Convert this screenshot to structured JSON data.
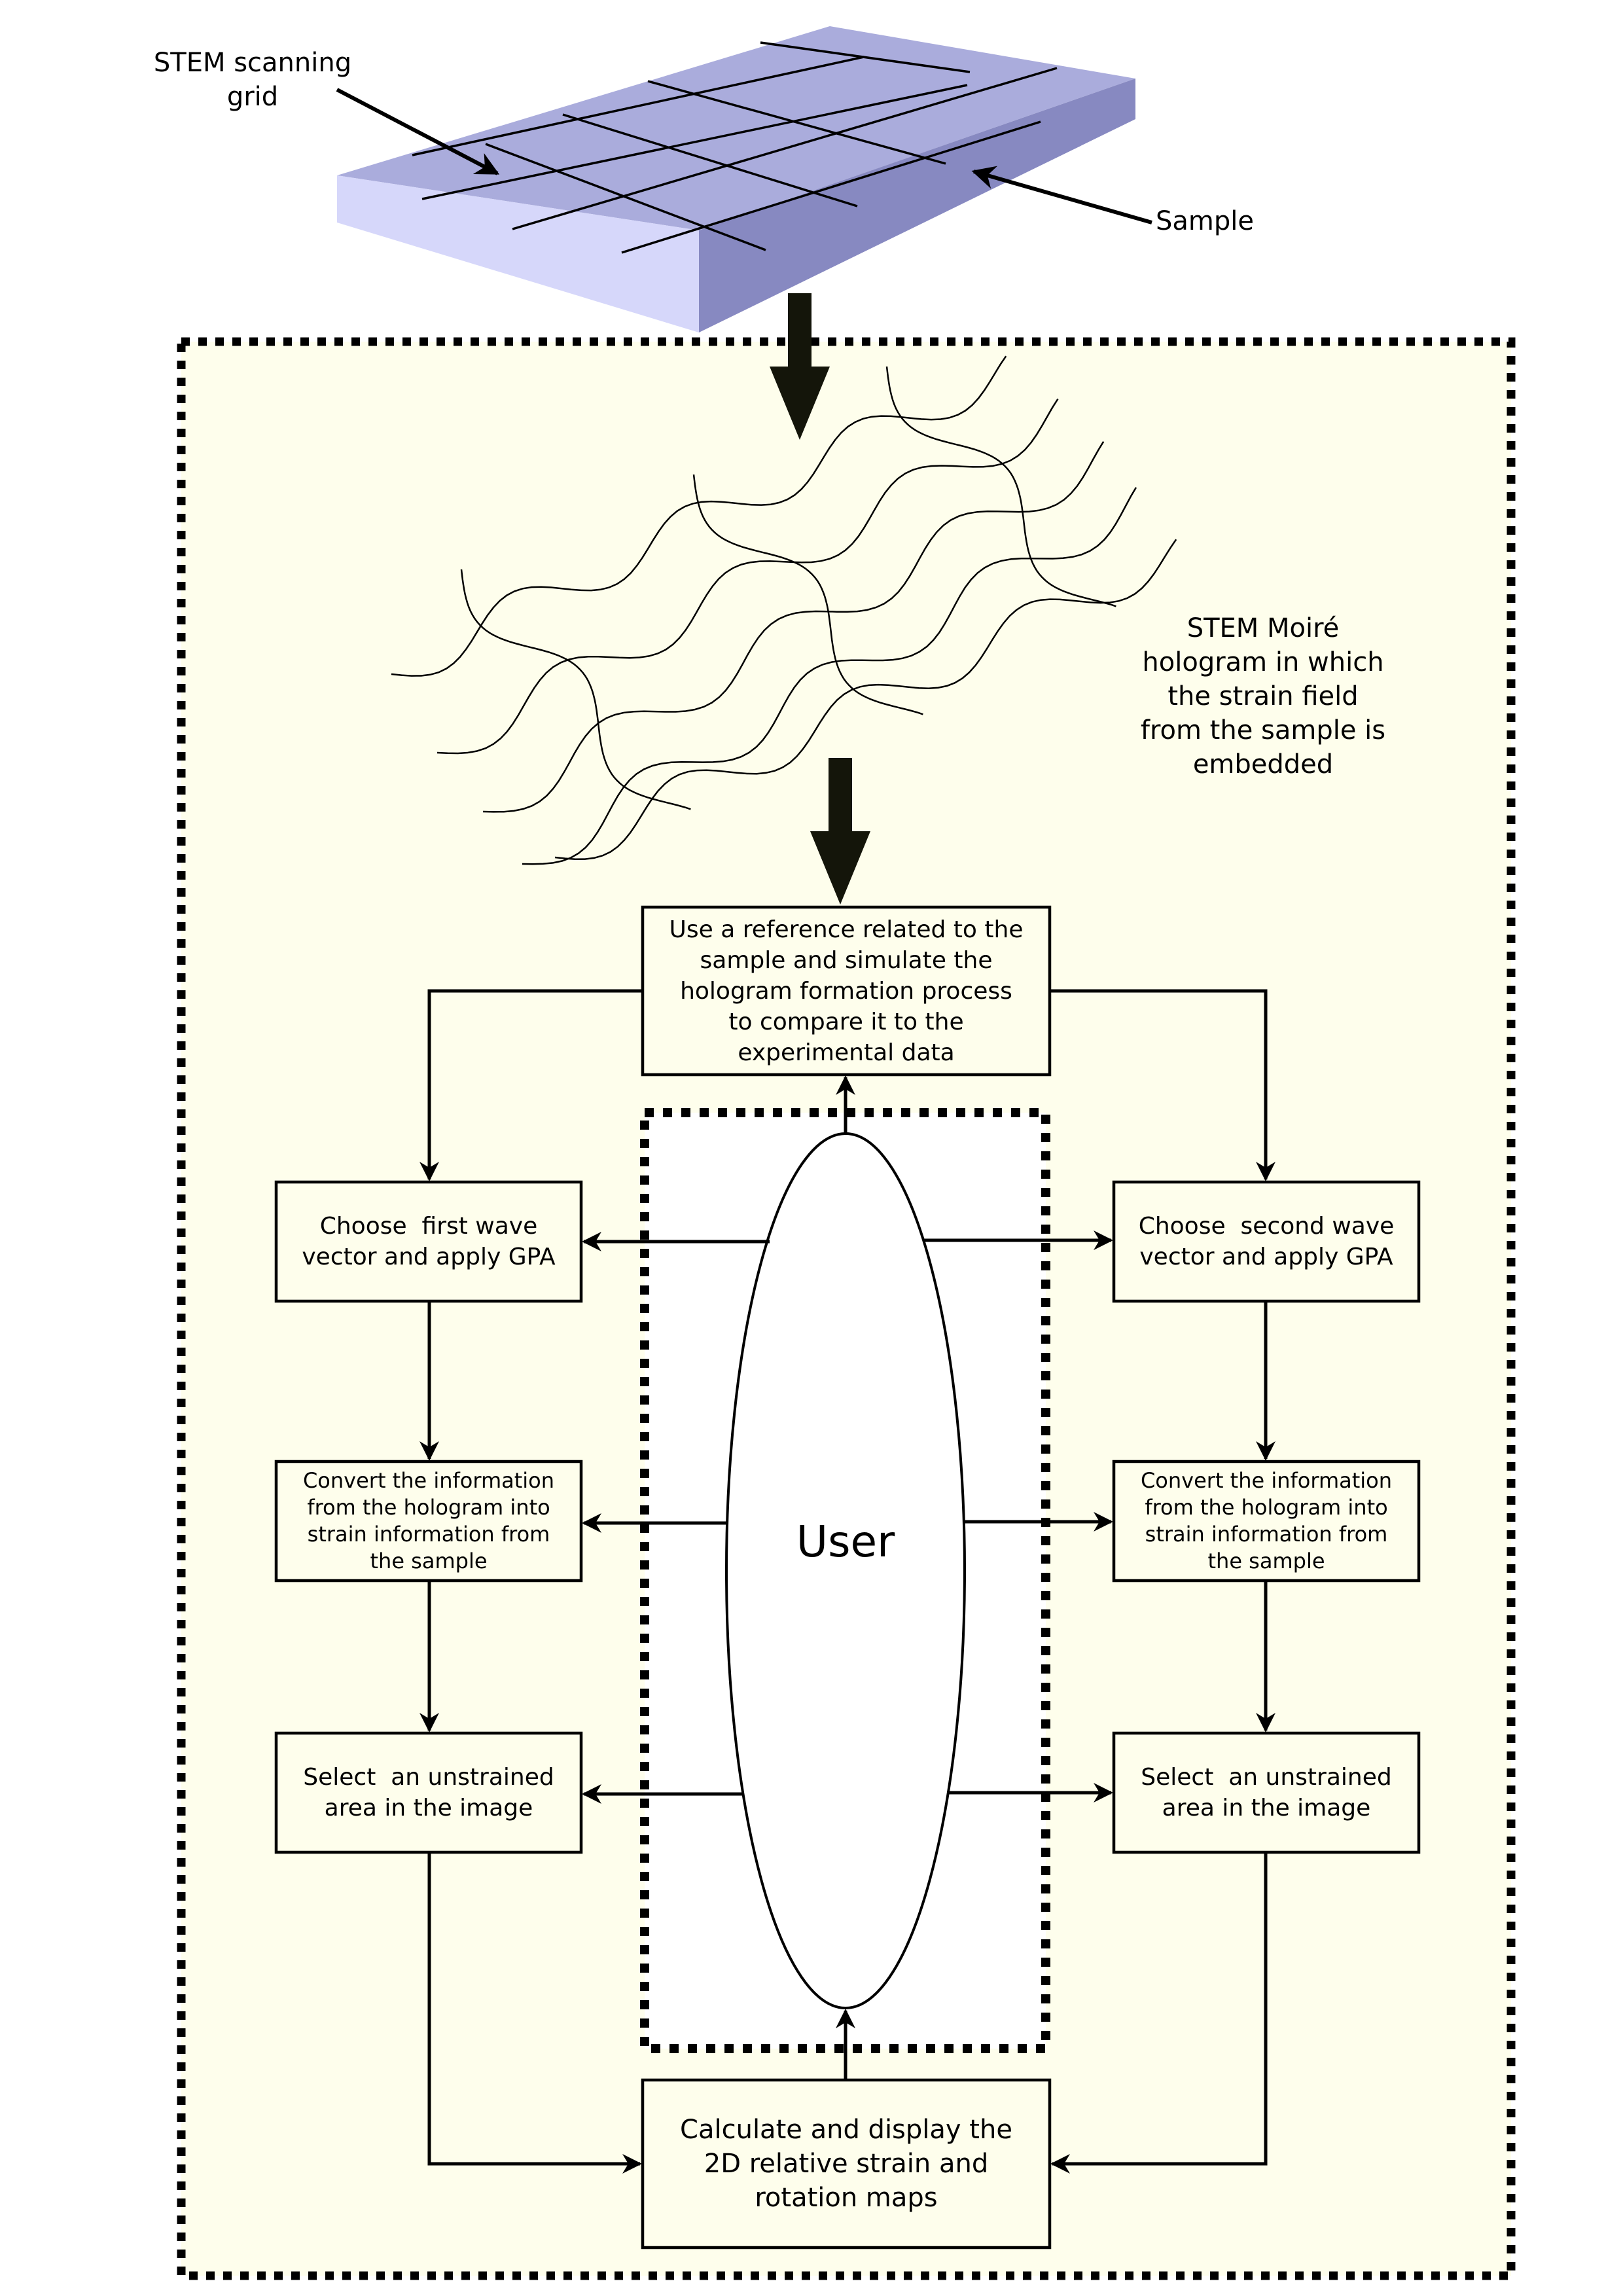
{
  "labels": {
    "scanning_grid": [
      "STEM scanning",
      "grid"
    ],
    "sample": "Sample",
    "moire_hologram": [
      "STEM Moiré",
      "hologram in which",
      "the strain field",
      "from the sample is",
      "embedded"
    ],
    "reference_box": [
      "Use a reference related to the",
      "sample and simulate the",
      "hologram formation process",
      "to compare it to the",
      "experimental data"
    ],
    "choose_first": [
      "Choose  first wave",
      "vector and apply GPA"
    ],
    "choose_second": [
      "Choose  second wave",
      "vector and apply GPA"
    ],
    "convert_left": [
      "Convert the information",
      "from the hologram into",
      "strain information from",
      "the sample"
    ],
    "convert_right": [
      "Convert the information",
      "from the hologram into",
      "strain information from",
      "the sample"
    ],
    "select_left": [
      "Select  an unstrained",
      "area in the image"
    ],
    "select_right": [
      "Select  an unstrained",
      "area in the image"
    ],
    "user": "User",
    "calculate_box": [
      "Calculate and display the",
      "2D relative strain and",
      "rotation maps"
    ]
  },
  "colors": {
    "sample_top": "#aaacdc",
    "sample_front": "#d6d7fa",
    "sample_side": "#8789c1",
    "panel_background": "#fefeec",
    "inner_panel_background": "#ffffff",
    "outline": "#000000",
    "big_arrow": "#14150a"
  }
}
